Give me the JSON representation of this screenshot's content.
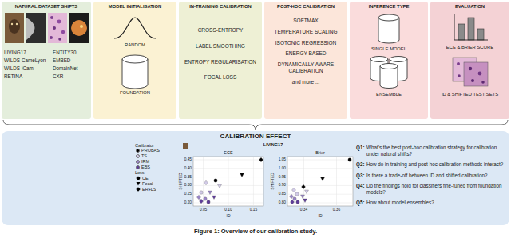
{
  "diagram": {
    "caption": "Figure 1: Overview of our calibration study.",
    "nodes": [
      {
        "text": [
          "NATURAL DATASET SHIFTS",
          "LIVING17",
          "ENTITY30",
          "WILDS-CameLyon",
          "EMBED",
          "WILDS-iCam",
          "DomainNet",
          "RETINA",
          "CXR"
        ]
      },
      {
        "text": [
          "MODEL INITIALISATION",
          "RANDOM",
          "FOUNDATION"
        ]
      },
      {
        "text": [
          "IN-TRAINING CALIBRATION",
          "CROSS-ENTROPY",
          "LABEL SMOOTHING",
          "ENTROPY REGULARISATION",
          "FOCAL LOSS"
        ]
      },
      {
        "text": [
          "POST-HOC CALIBRATION",
          "SOFTMAX",
          "TEMPERATURE SCALING",
          "ISOTONIC REGRESSION",
          "ENERGY-BASED",
          "DYNAMICALLY-AWARE CALIBRATION",
          "and more ..."
        ]
      },
      {
        "text": [
          "INFERENCE TYPE",
          "SINGLE MODEL",
          "ENSEMBLE"
        ]
      },
      {
        "text": [
          "EVALUATION",
          "ECE & BRIER SCORE",
          "ID & SHIFTED TEST SETS"
        ]
      },
      {
        "text": [
          "CALIBRATION EFFECT"
        ]
      }
    ],
    "labels": [
      "Calibrator",
      "Loss",
      "LIVING17",
      "ECE",
      "Brier",
      "SHIFTED",
      "SHIFTED",
      "ID",
      "ID",
      "0.05",
      "0.10",
      "0.15",
      "0.45",
      "0.40",
      "0.35",
      "0.30",
      "0.25",
      "0.20",
      "0.34",
      "0.36",
      "1.05",
      "1.00",
      "0.95",
      "0.90",
      "0.85",
      "0.80",
      "Q1:",
      "What's the best post-hoc calibration strategy for calibration under natural shifts?",
      "Q2:",
      "How do in-training and post-hoc calibration methods interact?",
      "Q3:",
      "Is there a trade-off between ID and shifted calibration?",
      "Q4:",
      "Do the findings hold for classifiers fine-tuned from foundation models?",
      "Q5:",
      "How about model ensembles?"
    ],
    "legend": [
      {
        "text": "PROBAS",
        "color": "#000000"
      },
      {
        "text": "TS",
        "color": "#d2cbe8"
      },
      {
        "text": "IRM",
        "color": "#9a86c8"
      },
      {
        "text": "EBS",
        "color": "#5e3c99"
      },
      {
        "text": "CE"
      },
      {
        "text": "Focal"
      },
      {
        "text": "ER+LS"
      }
    ]
  }
}
